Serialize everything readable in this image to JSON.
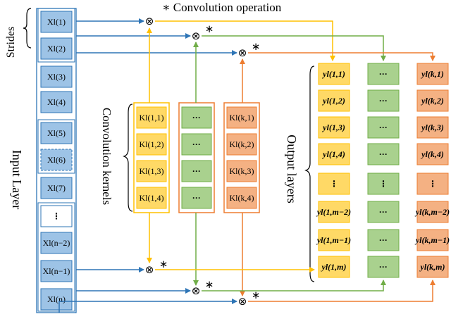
{
  "title": "∗ Convolution operation",
  "labels": {
    "strides": "Strides",
    "input_layer": "Input Layer",
    "kernels": "Convolution kernels",
    "output": "Output layers"
  },
  "operators": {
    "conv": "⊗",
    "star": "∗"
  },
  "input_cells": [
    "Xl(1)",
    "Xl(2)",
    "Xl(3)",
    "Xl(4)",
    "Xl(5)",
    "Xl(6)",
    "Xl(7)",
    "⋮",
    "Xl(n−2)",
    "Xl(n−1)",
    "Xl(n)"
  ],
  "kernel_col1": [
    "Kl(1,1)",
    "Kl(1,2)",
    "Kl(1,3)",
    "Kl(1,4)"
  ],
  "kernel_col2": [
    "···",
    "···",
    "···",
    "···"
  ],
  "kernel_col3": [
    "Kl(k,1)",
    "Kl(k,2)",
    "Kl(k,3)",
    "Kl(k,4)"
  ],
  "output_col1": [
    "yl(1,1)",
    "yl(1,2)",
    "yl(1,3)",
    "yl(1,4)",
    "⋮",
    "yl(1,m−2)",
    "yl(1,m−1)",
    "yl(1,m)"
  ],
  "output_col2": [
    "···",
    "···",
    "···",
    "···",
    "⋮",
    "···",
    "···",
    "···"
  ],
  "output_col3": [
    "yl(k,1)",
    "yl(k,2)",
    "yl(k,3)",
    "yl(k,4)",
    "⋮",
    "yl(k,m−2)",
    "yl(k,m−1)",
    "yl(k,m)"
  ],
  "colors": {
    "blue_fill": "#9dc3e6",
    "blue_stroke": "#2e75b6",
    "yellow_fill": "#ffd966",
    "yellow_stroke": "#ffc000",
    "green_fill": "#a9d18e",
    "green_stroke": "#70ad47",
    "orange_fill": "#f4b183",
    "orange_stroke": "#ed7d31"
  }
}
